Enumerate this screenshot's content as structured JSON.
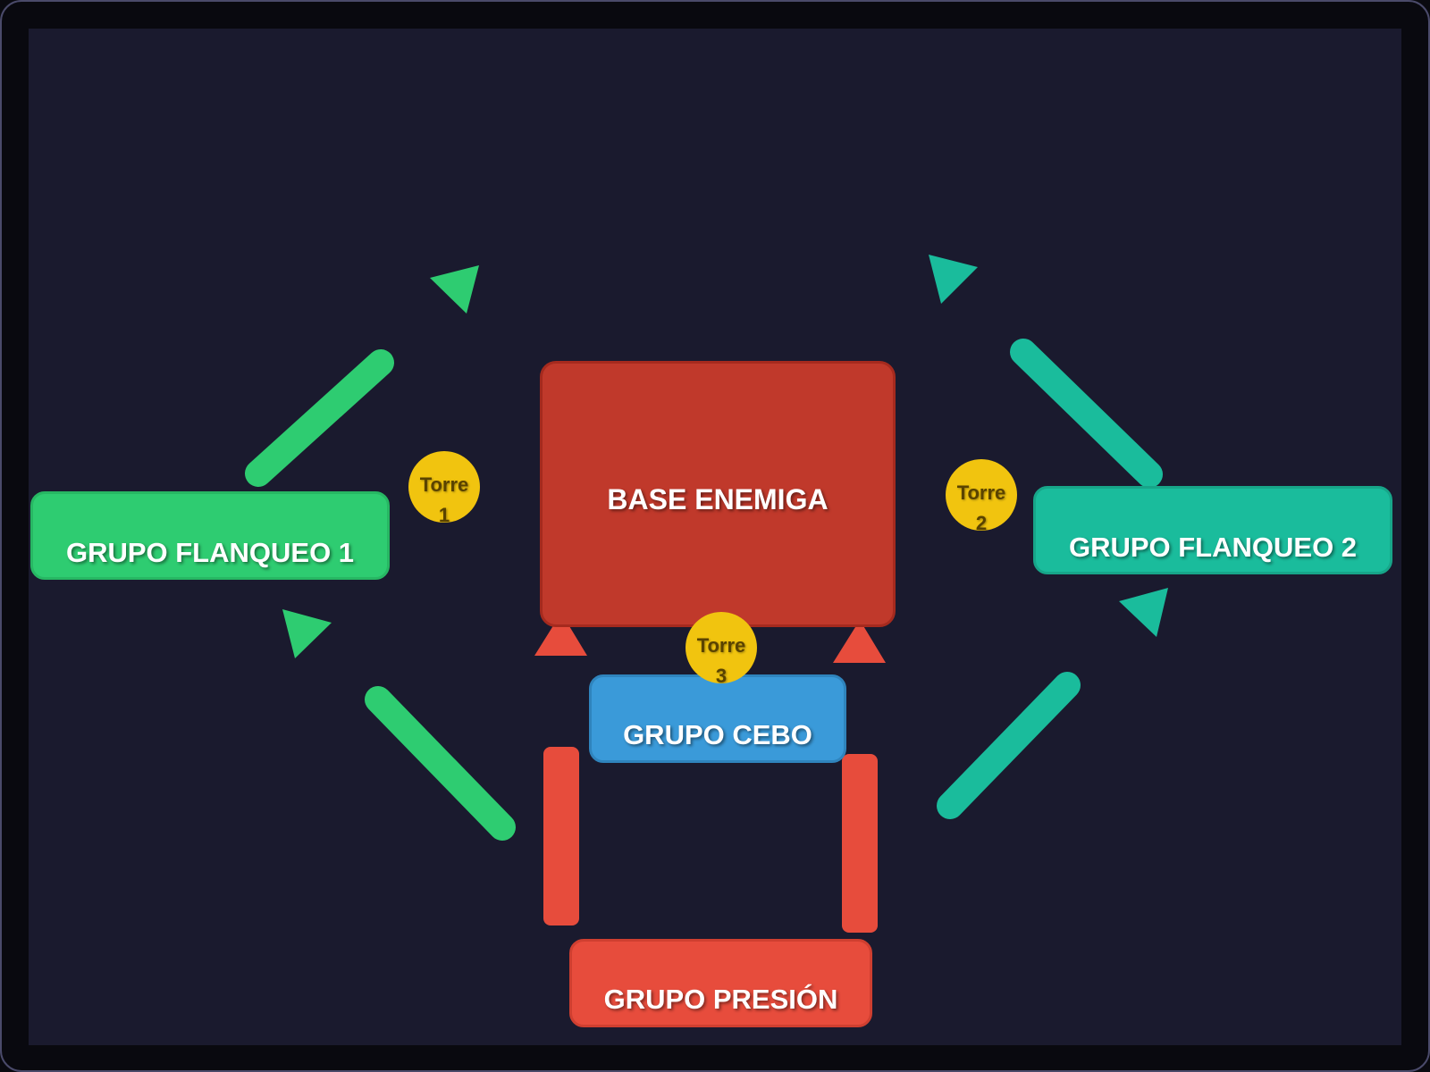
{
  "colors": {
    "background": "#1a1a2e",
    "frame": "#09090f",
    "enemy_base": "#c0392b",
    "flank_group_1": "#2ecc71",
    "flank_group_2": "#1abc9c",
    "bait_group": "#3a9ad9",
    "pressure_group": "#e74c3c",
    "tower": "#f1c40f"
  },
  "nodes": {
    "base": {
      "label": "BASE ENEMIGA"
    },
    "flank1": {
      "label": "GRUPO FLANQUEO 1"
    },
    "flank2": {
      "label": "GRUPO FLANQUEO 2"
    },
    "cebo": {
      "label": "GRUPO CEBO"
    },
    "presion": {
      "label": "GRUPO PRESIÓN"
    }
  },
  "towers": [
    {
      "label": "Torre",
      "number": "1"
    },
    {
      "label": "Torre",
      "number": "2"
    },
    {
      "label": "Torre",
      "number": "3"
    }
  ]
}
